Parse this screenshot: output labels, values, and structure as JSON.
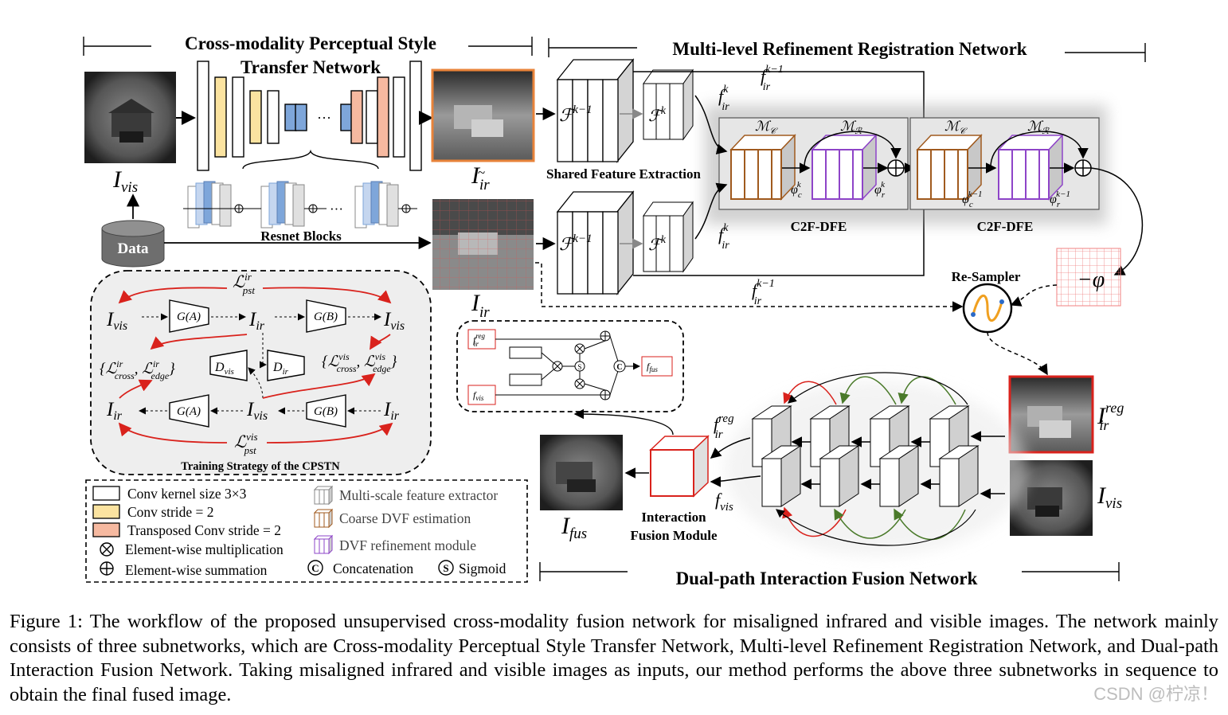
{
  "titles": {
    "cpst_line1": "Cross-modality Perceptual Style",
    "cpst_line2": "Transfer Network",
    "mrrn": "Multi-level Refinement Registration Network",
    "dpif": "Dual-path Interaction Fusion Network"
  },
  "labels": {
    "data": "Data",
    "resnet_blocks": "Resnet Blocks",
    "shared_feature": "Shared Feature Extraction",
    "c2f_dfe": "C2F-DFE",
    "re_sampler": "Re-Sampler",
    "interaction_fusion_1": "Interaction",
    "interaction_fusion_2": "Fusion Module",
    "training_strategy": "Training Strategy of the CPSTN",
    "neg_phi": "−φ",
    "ellipsis": "···",
    "gA": "G(A)",
    "gB": "G(B)",
    "dvis": "D",
    "dir": "D",
    "i_vis": "I",
    "i_ir": "I",
    "i_fus": "I",
    "f_ir_reg": "f",
    "f_vis": "f"
  },
  "legend": [
    {
      "key": "conv",
      "text": "Conv kernel size 3×3",
      "color": "#ffffff"
    },
    {
      "key": "stride",
      "text": "Conv stride = 2",
      "color": "#fbe3a0"
    },
    {
      "key": "tconv",
      "text": "Transposed Conv stride = 2",
      "color": "#f6b9a0"
    },
    {
      "key": "mul",
      "text": "Element-wise multiplication"
    },
    {
      "key": "sum",
      "text": "Element-wise summation"
    },
    {
      "key": "msfe",
      "text": "Multi-scale feature extractor"
    },
    {
      "key": "cdvf",
      "text": "Coarse DVF estimation"
    },
    {
      "key": "dvfr",
      "text": "DVF refinement module"
    },
    {
      "key": "concat",
      "text": "Concatenation"
    },
    {
      "key": "sigmoid",
      "text": "Sigmoid"
    }
  ],
  "caption": "Figure 1: The workflow of the proposed unsupervised cross-modality fusion network for misaligned infrared and visible images. The network mainly consists of three subnetworks, which are Cross-modality Perceptual Style Transfer Network, Multi-level Refinement Registration Network, and Dual-path Interaction Fusion Network.  Taking misaligned infrared and visible images as inputs, our method performs the above three subnetworks in sequence to obtain the final fused image.",
  "watermark": "CSDN @柠凉！",
  "colors": {
    "accent_orange": "#e8833a",
    "accent_red": "#d9221c",
    "coarse_brown": "#a05a1e",
    "refine_purple": "#8e44c8",
    "resnet_blue": "#7ea6da",
    "grid_red": "#f08080",
    "panel_gray": "#e6e6e6"
  }
}
